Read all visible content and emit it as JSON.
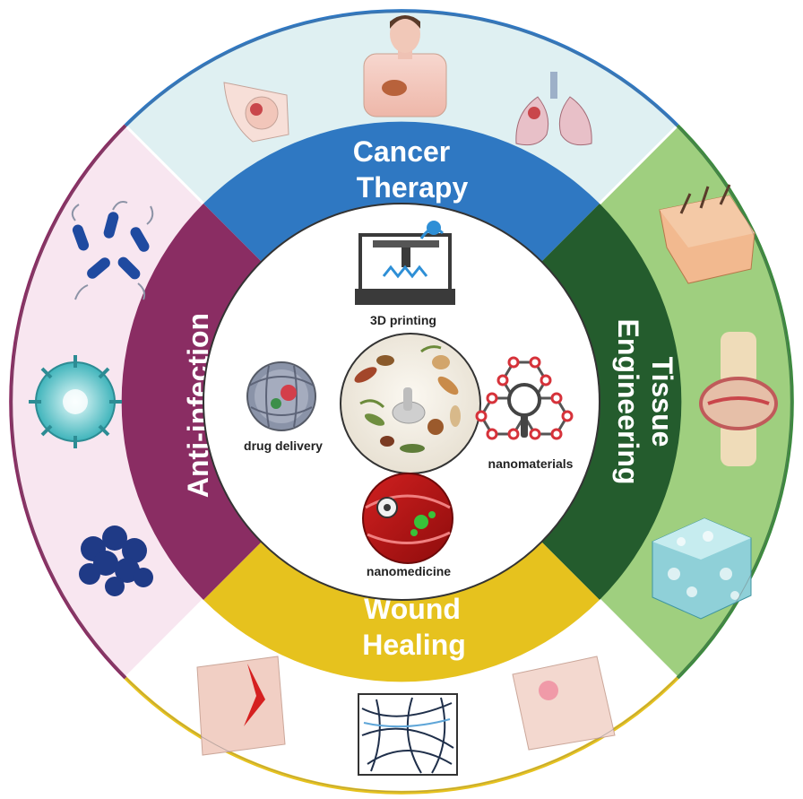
{
  "segments": [
    {
      "key": "cancer",
      "lines": [
        "Cancer",
        "Therapy"
      ],
      "inner_color": "#2f78c2",
      "outer_color": "#dff0f2",
      "border": "#2f78c2"
    },
    {
      "key": "tissue",
      "lines": [
        "Tissue",
        "Engineering"
      ],
      "inner_color": "#245c2d",
      "outer_color": "#9fcf7f",
      "border": "#3c8a3e"
    },
    {
      "key": "wound",
      "lines": [
        "Wound",
        "Healing"
      ],
      "inner_color": "#e6c21e",
      "outer_color": "#ffffff",
      "border": "#e6c21e"
    },
    {
      "key": "infection",
      "lines": [
        "Anti-infection"
      ],
      "inner_color": "#8a2d63",
      "outer_color": "#f8e6f0",
      "border": "#8a2d63"
    }
  ],
  "core": {
    "printing": "3D printing",
    "drug_delivery": "drug delivery",
    "nanomaterials": "nanomaterials",
    "nanomedicine": "nanomedicine"
  }
}
